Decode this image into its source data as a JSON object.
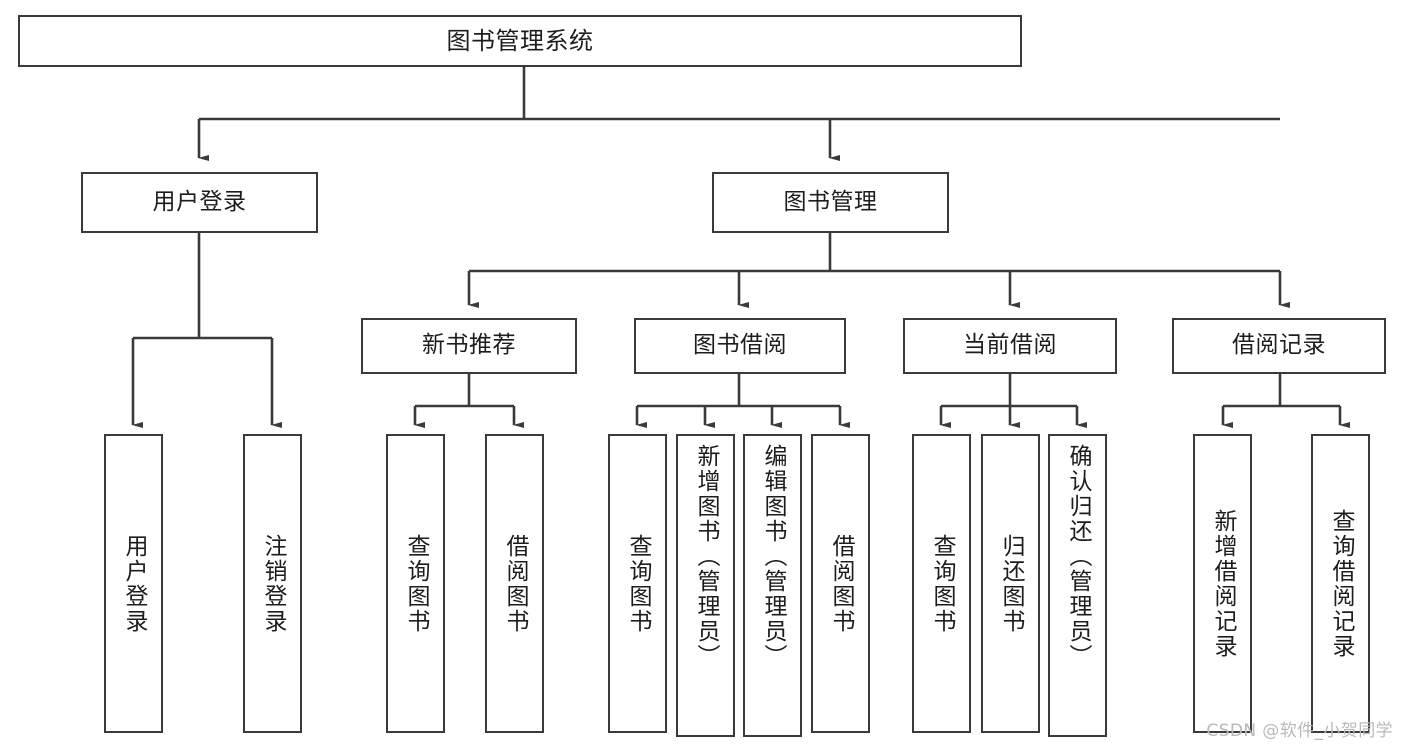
{
  "diagram": {
    "title": "图书管理系统",
    "type": "tree-hierarchy-diagram",
    "line_color": "#3a3a3a",
    "text_color": "#1d1d1d",
    "background_color": "#ffffff",
    "root": {
      "label": "图书管理系统"
    },
    "level2": [
      {
        "label": "用户登录"
      },
      {
        "label": "图书管理"
      }
    ],
    "level3": [
      {
        "label": "新书推荐"
      },
      {
        "label": "图书借阅"
      },
      {
        "label": "当前借阅"
      },
      {
        "label": "借阅记录"
      }
    ],
    "leaves": {
      "user_login": [
        {
          "label": "用户登录"
        },
        {
          "label": "注销登录"
        }
      ],
      "new_book_recommend": [
        {
          "label": "查询图书"
        },
        {
          "label": "借阅图书"
        }
      ],
      "book_borrow": [
        {
          "label": "查询图书"
        },
        {
          "label": "新增图书（管理员）"
        },
        {
          "label": "编辑图书（管理员）"
        },
        {
          "label": "借阅图书"
        }
      ],
      "current_borrow": [
        {
          "label": "查询图书"
        },
        {
          "label": "归还图书"
        },
        {
          "label": "确认归还（管理员）"
        }
      ],
      "borrow_record": [
        {
          "label": "新增借阅记录"
        },
        {
          "label": "查询借阅记录"
        }
      ]
    },
    "watermark": "CSDN @软件_小贺同学"
  }
}
